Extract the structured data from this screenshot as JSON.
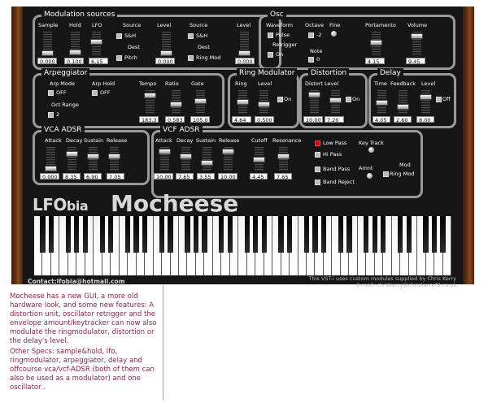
{
  "colors": {
    "panel_bg": "#161616",
    "wood": "#6b3615",
    "text_primary": "#ffffff",
    "description_text": "#8b2252",
    "led_on": "#d20000"
  },
  "mod": {
    "title": "Modulation sources",
    "sample": "Sample",
    "hold": "Hold",
    "lfo": "LFO",
    "source1": "Source",
    "level1": "Level",
    "source2": "Source",
    "level2": "Level",
    "sh1": "S&H",
    "dest1": "Dest",
    "pitch": "Pitch",
    "sh2": "S&H",
    "dest2": "Dest",
    "ringmod": "Ring Mod",
    "v_sample": "0.000",
    "v_hold": "0.100",
    "v_lfo": "6.15",
    "v_level1": "0.000",
    "v_level2": "0.000"
  },
  "osc": {
    "title": "Osc",
    "waveform": "Waveform",
    "octave": "Octave",
    "fine": "Fine",
    "portamento": "Portamento",
    "volume": "Volume",
    "pulse": "Pulse",
    "oct_val": "-2",
    "retrigger": "Retrigger",
    "note": "Note",
    "on": "On",
    "note_val": "0",
    "v_porta": "4.15",
    "v_volume": "9.45"
  },
  "arp": {
    "title": "Arpeggiator",
    "mode": "Arp Mode",
    "hold": "Arp Hold",
    "tempo": "Tempo",
    "ratio": "Ratio",
    "gate": "Gate",
    "mode_off": "OFF",
    "hold_off": "OFF",
    "oct_range": "Oct Range",
    "oct_val": "2",
    "v_tempo": "183.3",
    "v_ratio": "0.583",
    "v_gate": "105.0"
  },
  "ring": {
    "title": "Ring Modulator",
    "ring": "Ring",
    "level": "Level",
    "on": "On",
    "v_ring": "4.64",
    "v_level": "0.500"
  },
  "dist": {
    "title": "Distortion",
    "level": "Distort Level",
    "on": "On",
    "v1": "10.00",
    "v2": "7.20"
  },
  "delay": {
    "title": "Delay",
    "time": "Time",
    "feedback": "Feedback",
    "level": "Level",
    "off": "Off",
    "v_time": "4.05",
    "v_feedback": "2.60",
    "v_level": "8.00"
  },
  "vca": {
    "title": "VCA ADSR",
    "attack": "Attack",
    "decay": "Decay",
    "sustain": "Sustain",
    "release": "Release",
    "v_a": "0.000",
    "v_d": "8.35",
    "v_s": "6.90",
    "v_r": "7.05"
  },
  "vcf": {
    "title": "VCF ADSR",
    "attack": "Attack",
    "decay": "Decay",
    "sustain": "Sustain",
    "release": "Release",
    "cutoff": "Cutoff",
    "resonance": "Resonance",
    "v_a": "10.00",
    "v_d": "7.65",
    "v_s": "3.55",
    "v_r": "10.00",
    "v_cutoff": "4.45",
    "v_res": "7.65",
    "lowpass": "Low Pass",
    "hipass": "Hi Pass",
    "bandpass": "Band Pass",
    "bandreject": "Band Reject",
    "keytrack": "Key Track",
    "amnt": "Amnt",
    "mod": "Mod",
    "ringmod": "Ring Mod"
  },
  "logo": {
    "brand1": "LFO",
    "brand2": "bia",
    "product": "Mocheese"
  },
  "footer": {
    "contact": "Contact:lfobia@hotmail.com",
    "credit1": "This VST-i uses custom modules supplied by Chris Kerry",
    "credit2": "E-mail: chriskerry@chriskerry.f3.co.uk"
  },
  "description": {
    "p1": "Mocheese has a new GUI, a more old hardware look, and some new features: A distortion unit, oscillator retrigger and the envelope amount/keytracker can now also modulate the ringmodulator, distortion or the delay's level.",
    "p2": "Other Specs: sample&hold, lfo, ringmodulator, arpeggiator, delay and offcourse vca/vcf-ADSR (both of them can also be used as a modulator) and one oscillator ."
  }
}
